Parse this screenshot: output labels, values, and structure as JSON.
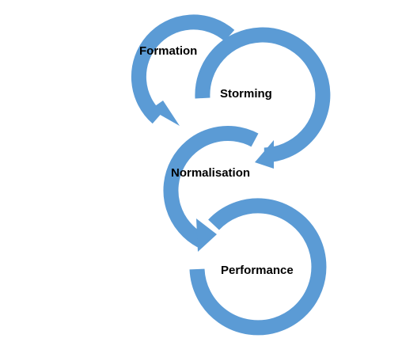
{
  "diagram": {
    "stages": [
      {
        "label": "Formation"
      },
      {
        "label": "Storming"
      },
      {
        "label": "Normalisation"
      },
      {
        "label": "Performance"
      }
    ],
    "arrow_color": "#5b9bd5",
    "arrow_icon": "circular-arrow-icon"
  }
}
